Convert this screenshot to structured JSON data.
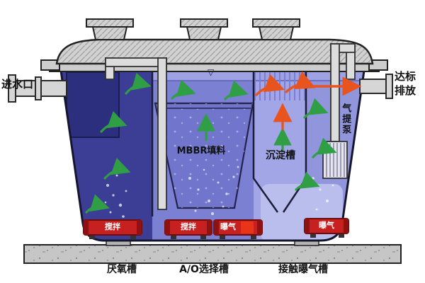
{
  "labels": {
    "inlet": "进水口",
    "outlet_line1": "达标",
    "outlet_line2": "排放",
    "mbbr_fill": "MBBR填料",
    "sedimentation": "沉淀槽",
    "airlift_pump": "气提泵",
    "stirrer_1": "搅拌",
    "stirrer_2": "搅拌",
    "aerator_1": "曝气",
    "aerator_2": "曝气",
    "anaerobic_tank": "厌氧槽",
    "ao_selection_tank": "A/O选择槽",
    "contact_aeration_tank": "接触曝气槽",
    "water_surface_symbol": "▽"
  },
  "colors": {
    "anaerobic_zone": "#3c3e96",
    "ao_zone": "#7b80d2",
    "sedimentation_zone": "#a2a6e6",
    "aeration_zone": "#9095dc",
    "inlet_box": "#2c2e7e",
    "equipment_red": "#c62020",
    "arrow_green": "#2f9e44",
    "arrow_orange": "#e8541e",
    "lid_gray": "#d2d2d2",
    "ground_gray": "#c6c6c6"
  }
}
